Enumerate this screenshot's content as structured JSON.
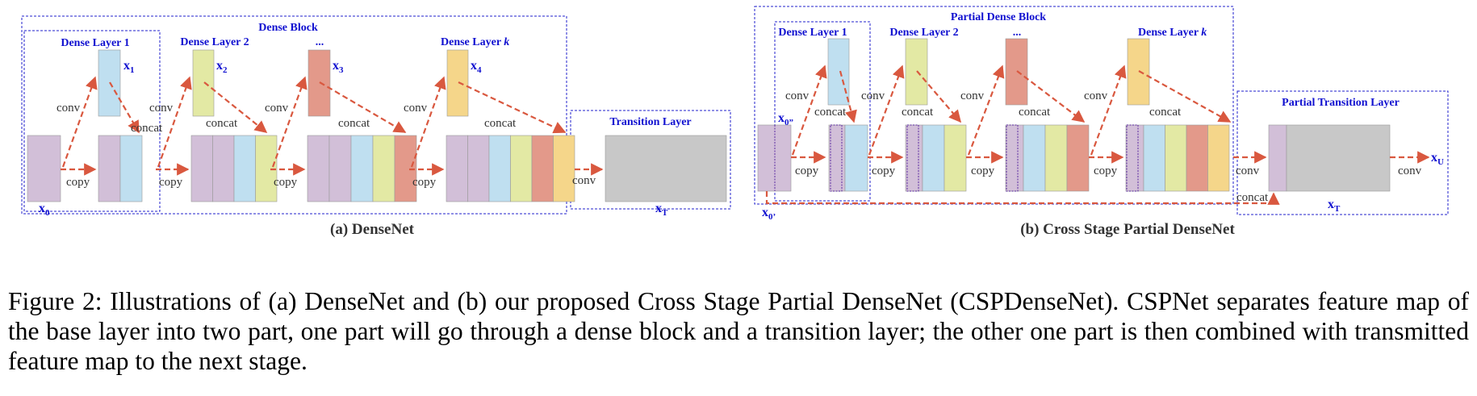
{
  "colors": {
    "purple": "#d2bfd8",
    "blue": "#bfdff0",
    "yellow": "#e3e9a4",
    "red": "#e3998a",
    "orange": "#f5d68a",
    "gray": "#c8c8c8",
    "arrow": "#d9583f",
    "frame": "#2020cc",
    "label": "#1010d0"
  },
  "panel_a": {
    "block_title": "Dense Block",
    "layer1": "Dense Layer 1",
    "layer2": "Dense Layer 2",
    "layer_dots": "...",
    "layerk_prefix": "Dense Layer",
    "layerk_var": "k",
    "transition": "Transition Layer",
    "conv": "conv",
    "concat": "concat",
    "copy": "copy",
    "x_base": "x",
    "sub_0": "0",
    "sub_1": "1",
    "sub_2": "2",
    "sub_3": "3",
    "sub_4": "4",
    "sub_T": "T",
    "caption": "(a) DenseNet"
  },
  "panel_b": {
    "block_title": "Partial Dense Block",
    "layer1": "Dense Layer 1",
    "layer2": "Dense Layer 2",
    "layer_dots": "...",
    "layerk_prefix": "Dense Layer",
    "layerk_var": "k",
    "transition": "Partial Transition Layer",
    "conv": "conv",
    "concat": "concat",
    "copy": "copy",
    "x_base": "x",
    "sub_0pp": "0”",
    "sub_0p": "0’",
    "sub_U": "U",
    "sub_T": "T",
    "caption": "(b) Cross Stage Partial DenseNet"
  },
  "figure_caption": "Figure 2: Illustrations of (a) DenseNet and (b) our proposed Cross Stage Partial DenseNet (CSPDenseNet). CSPNet separates feature map of the base layer into two part, one part will go through a dense block and a transition layer; the other one part is then combined with transmitted feature map to the next stage."
}
